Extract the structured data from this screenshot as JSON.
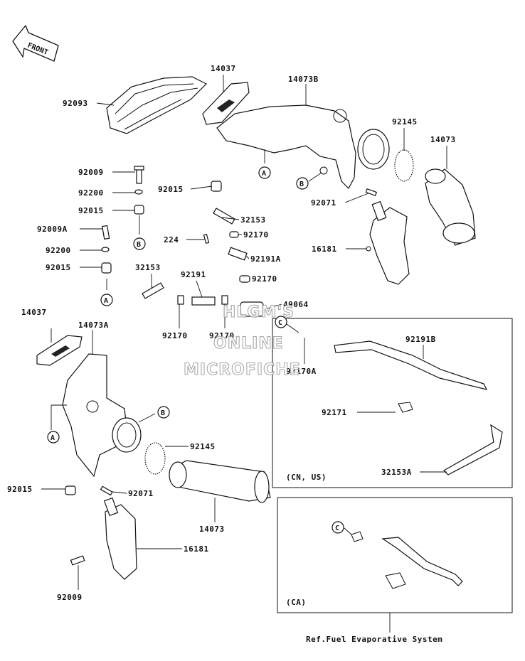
{
  "front_label": "FRONT",
  "watermark": {
    "line1": "HLGM'S",
    "line2": "ONLINE",
    "line3": "MICROFICHE"
  },
  "labels": {
    "p92093": "92093",
    "p14037_top": "14037",
    "p14073B": "14073B",
    "p92145_top": "92145",
    "p14073_top": "14073",
    "p92009_a": "92009",
    "p92200_a": "92200",
    "p92015_a": "92015",
    "p92009A": "92009A",
    "p92200_b": "92200",
    "p92015_b": "92015",
    "p92015_c": "92015",
    "p32153_a": "32153",
    "p224": "224",
    "p92170_a": "92170",
    "p92071_top": "92071",
    "p16181_top": "16181",
    "p92191A": "92191A",
    "p92170_b": "92170",
    "p32153_b": "32153",
    "p92191": "92191",
    "p49064": "49064",
    "p92170_c": "92170",
    "p92170_d": "92170",
    "p92170A": "92170A",
    "p92191B": "92191B",
    "p14037_bot": "14037",
    "p14073A": "14073A",
    "p92171": "92171",
    "p32153A": "32153A",
    "p92145_bot": "92145",
    "p92015_bot": "92015",
    "p92071_bot": "92071",
    "p14073_bot": "14073",
    "p16181_bot": "16181",
    "p92009_bot": "92009"
  },
  "markers": {
    "A": "A",
    "B": "B",
    "C": "C"
  },
  "boxes": {
    "cn_us": "(CN, US)",
    "ca": "(CA)"
  },
  "reference": "Ref.Fuel Evaporative System"
}
